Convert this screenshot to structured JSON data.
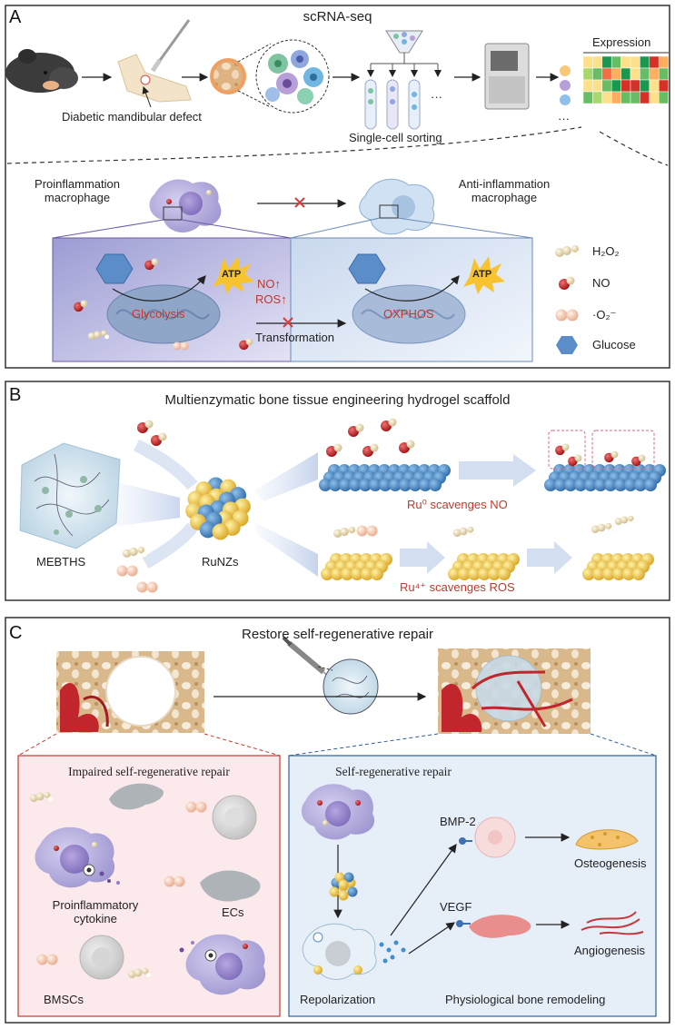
{
  "panel_a": {
    "letter": "A",
    "title": "scRNA-seq",
    "defect_label": "Diabetic mandibular defect",
    "sorting_label": "Single-cell sorting",
    "ellipsis1": "···",
    "ellipsis2": "···",
    "expression_label": "Expression",
    "pro_macrophage": "Proinflammation\nmacrophage",
    "anti_macrophage": "Anti-inflammation\nmacrophage",
    "glycolysis": "Glycolysis",
    "oxphos": "OXPHOS",
    "atp": "ATP",
    "no_up": "NO↑",
    "ros_up": "ROS↑",
    "transformation": "Transformation",
    "legend": {
      "h2o2": "H₂O₂",
      "no": "NO",
      "o2": "·O₂⁻",
      "glucose": "Glucose"
    }
  },
  "panel_b": {
    "letter": "B",
    "title": "Multienzymatic bone tissue engineering hydrogel scaffold",
    "mebths": "MEBTHS",
    "runzs": "RuNZs",
    "ru0": "Ru⁰ scavenges NO",
    "ru4": "Ru⁴⁺ scavenges ROS"
  },
  "panel_c": {
    "letter": "C",
    "title": "Restore self-regenerative repair",
    "impaired_title": "Impaired self-regenerative repair",
    "cytokine": "Proinflammatory\ncytokine",
    "ecs": "ECs",
    "bmscs": "BMSCs",
    "repair_title": "Self-regenerative repair",
    "bmp2": "BMP-2",
    "vegf": "VEGF",
    "osteogenesis": "Osteogenesis",
    "angiogenesis": "Angiogenesis",
    "repolarization": "Repolarization",
    "remodeling": "Physiological bone remodeling"
  },
  "colors": {
    "frame": "#333333",
    "red_text": "#c0392b",
    "macrophage": "#b9b3de",
    "mito": "#8fa6c9",
    "glucose": "#5b8ec9",
    "ru_blue": "#3f7fbf",
    "ru_gold": "#f2c744",
    "impaired_bg": "#fbe9ec",
    "repair_bg": "#e6eef8"
  }
}
